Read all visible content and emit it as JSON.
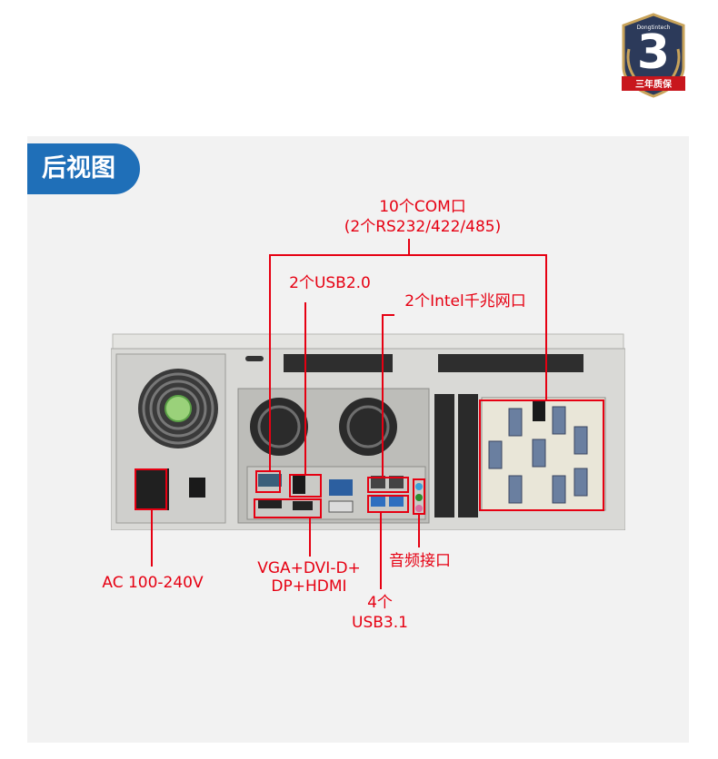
{
  "title": "后视图",
  "badge": {
    "brand_small": "Dongtintech",
    "number": "3",
    "text": "三年质保",
    "colors": {
      "shield": "#2c3a5a",
      "gold": "#c8a35a",
      "ribbon": "#c8161d"
    }
  },
  "labels": {
    "com_line1": "10个COM口",
    "com_line2": "(2个RS232/422/485)",
    "usb20": "2个USB2.0",
    "lan": "2个Intel千兆网口",
    "ac": "AC 100-240V",
    "video_line1": "VGA+DVI-D+",
    "video_line2": "DP+HDMI",
    "audio": "音频接口",
    "usb31_line1": "4个",
    "usb31_line2": "USB3.1"
  },
  "colors": {
    "accent": "#e60012",
    "title_bg": "#1f6fb8",
    "panel_bg": "#f2f2f2",
    "case": "#d9d9d6"
  }
}
